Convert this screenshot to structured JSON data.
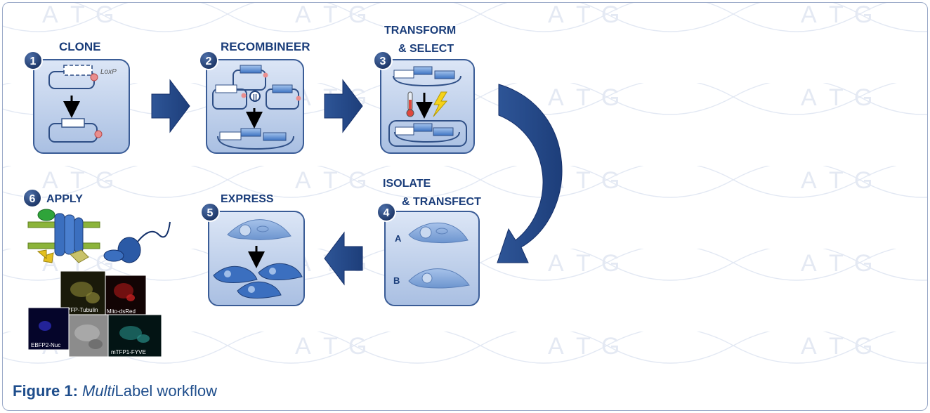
{
  "steps": [
    {
      "num": "1",
      "title": "CLONE"
    },
    {
      "num": "2",
      "title": "RECOMBINEER"
    },
    {
      "num": "3",
      "title_line1": "TRANSFORM",
      "title_line2": "& SELECT"
    },
    {
      "num": "4",
      "title_line1": "ISOLATE",
      "title_line2": "& TRANSFECT"
    },
    {
      "num": "5",
      "title": "EXPRESS"
    },
    {
      "num": "6",
      "title": "APPLY"
    }
  ],
  "labels": {
    "loxp": "LoxP",
    "cell_a": "A",
    "cell_b": "B"
  },
  "micrographs": [
    "EYFP-Tubulin",
    "Mito-dsRed",
    "EBFP2-Nuc",
    "mTFP1-FYVE"
  ],
  "watermark": {
    "letters": [
      "A",
      "T",
      "G"
    ]
  },
  "caption": {
    "prefix": "Figure 1:",
    "italic": "Multi",
    "rest": "Label workflow"
  },
  "colors": {
    "dark_blue": "#1f3f78",
    "panel": "#c3d3ec",
    "caption": "#1f4e8c"
  }
}
